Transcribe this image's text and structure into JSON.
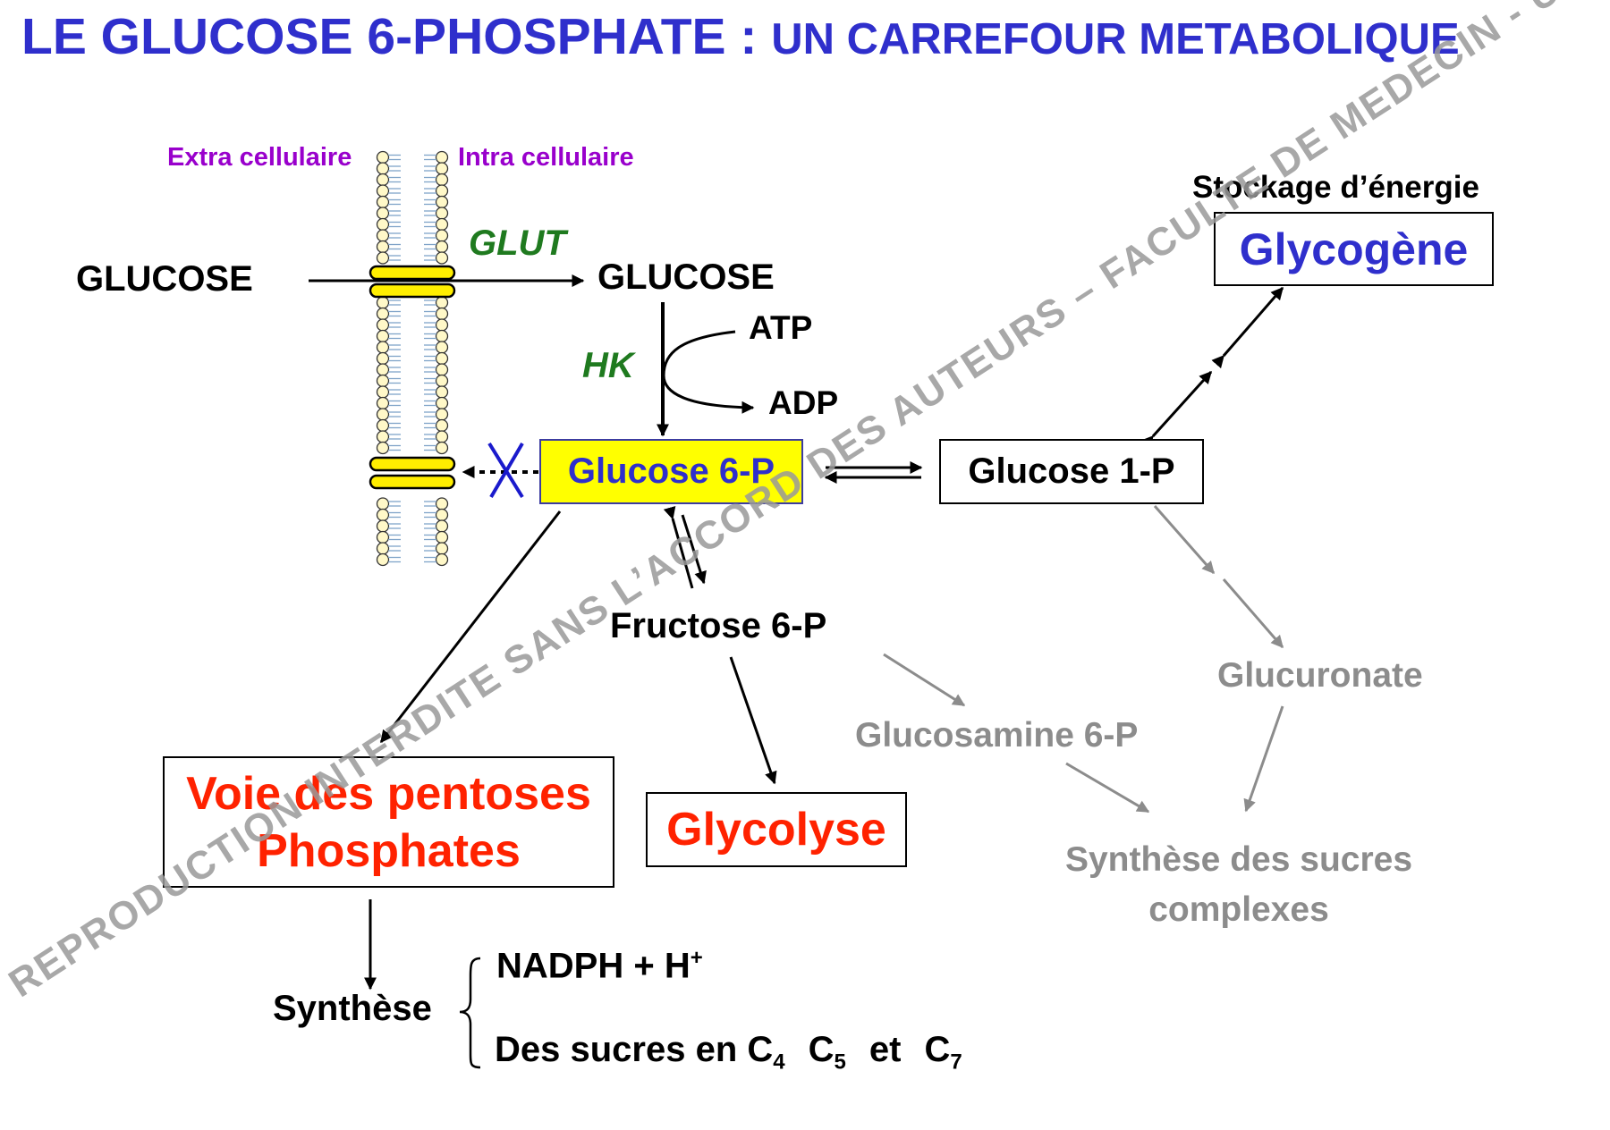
{
  "title": {
    "part1": "LE GLUCOSE 6-PHOSPHATE : ",
    "part2": "UN CARREFOUR METABOLIQUE"
  },
  "membrane": {
    "extra": "Extra cellulaire",
    "intra": "Intra cellulaire"
  },
  "enzymes": {
    "glut": "GLUT",
    "hk": "HK"
  },
  "nodes": {
    "glucose_ext": "GLUCOSE",
    "glucose_int": "GLUCOSE",
    "atp": "ATP",
    "adp": "ADP",
    "glucose6p": "Glucose 6-P",
    "glucose1p": "Glucose 1-P",
    "stockage": "Stockage d’énergie",
    "glycogene": "Glycogène",
    "fructose6p": "Fructose 6-P",
    "glucuronate": "Glucuronate",
    "glucosamine6p": "Glucosamine 6-P",
    "sucres_complexes_l1": "Synthèse des sucres",
    "sucres_complexes_l2": "complexes",
    "pentoses_l1": "Voie des pentoses",
    "pentoses_l2": "Phosphates",
    "glycolyse": "Glycolyse"
  },
  "synthese": {
    "label": "Synthèse",
    "nadph": "NADPH + H",
    "nadph_sup": "+",
    "sucres_prefix": "Des sucres en C",
    "c4": "4",
    "c5_prefix": "C",
    "c5": "5",
    "et": "et",
    "c7_prefix": "C",
    "c7": "7"
  },
  "watermark": "REPRODUCTION INTERDITE SANS L’ACCORD DES AUTEURS – FACULTE DE MEDECIN - UIC",
  "colors": {
    "title": "#2f2fcc",
    "purple": "#9900cc",
    "green": "#1f7a1f",
    "red": "#ff2200",
    "grey": "#8c8c8c",
    "g6p_fill": "#ffff00",
    "channel": "#ffee00"
  }
}
